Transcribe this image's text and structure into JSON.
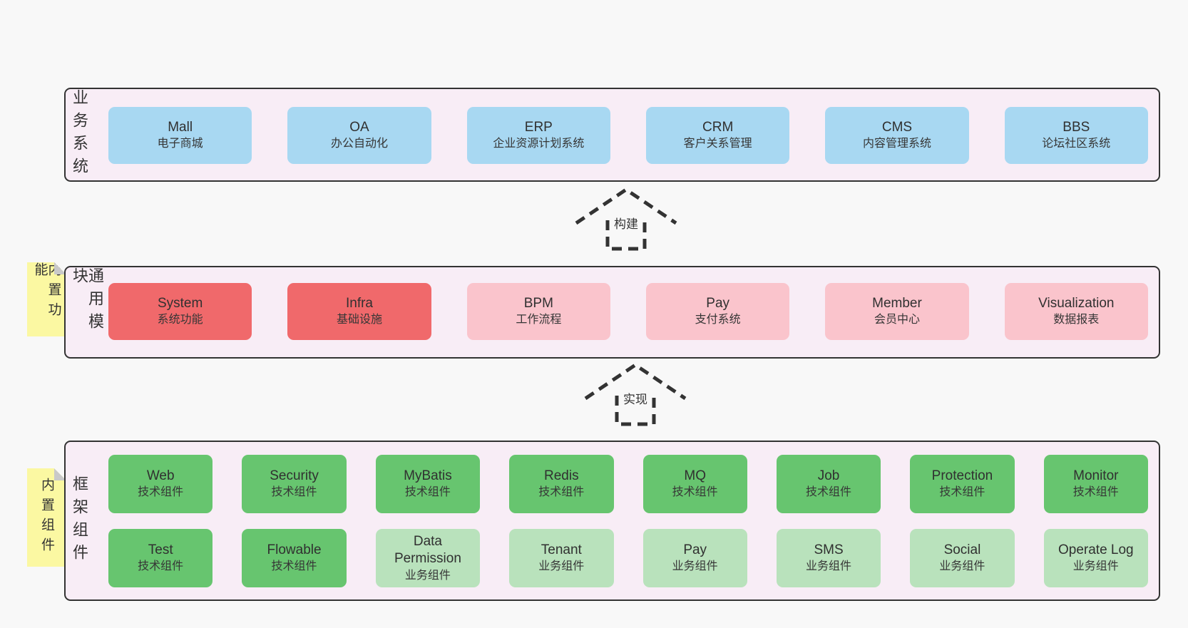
{
  "colors": {
    "page_bg": "#f8f8f8",
    "panel_bg": "#f8edf6",
    "panel_border": "#333333",
    "text": "#333333",
    "blue": "#a8d8f2",
    "red": "#f0696b",
    "pink": "#fac4cc",
    "green": "#67c56f",
    "green_light": "#b9e2bc",
    "note_yellow": "#fbf8a2",
    "note_fold": "#c9c9c9",
    "arrow": "#333333"
  },
  "notes": [
    {
      "text": "内置功能"
    },
    {
      "text": "内置组件"
    }
  ],
  "arrows": [
    {
      "label": "构建"
    },
    {
      "label": "实现"
    }
  ],
  "layers": [
    {
      "label": "业务系统",
      "rows": [
        [
          {
            "en": "Mall",
            "cn": "电子商城"
          },
          {
            "en": "OA",
            "cn": "办公自动化"
          },
          {
            "en": "ERP",
            "cn": "企业资源计划系统"
          },
          {
            "en": "CRM",
            "cn": "客户关系管理"
          },
          {
            "en": "CMS",
            "cn": "内容管理系统"
          },
          {
            "en": "BBS",
            "cn": "论坛社区系统"
          }
        ]
      ]
    },
    {
      "label": "通用模块",
      "rows": [
        [
          {
            "en": "System",
            "cn": "系统功能"
          },
          {
            "en": "Infra",
            "cn": "基础设施"
          },
          {
            "en": "BPM",
            "cn": "工作流程"
          },
          {
            "en": "Pay",
            "cn": "支付系统"
          },
          {
            "en": "Member",
            "cn": "会员中心"
          },
          {
            "en": "Visualization",
            "cn": "数据报表"
          }
        ]
      ]
    },
    {
      "label": "框架组件",
      "rows": [
        [
          {
            "en": "Web",
            "cn": "技术组件"
          },
          {
            "en": "Security",
            "cn": "技术组件"
          },
          {
            "en": "MyBatis",
            "cn": "技术组件"
          },
          {
            "en": "Redis",
            "cn": "技术组件"
          },
          {
            "en": "MQ",
            "cn": "技术组件"
          },
          {
            "en": "Job",
            "cn": "技术组件"
          },
          {
            "en": "Protection",
            "cn": "技术组件"
          },
          {
            "en": "Monitor",
            "cn": "技术组件"
          }
        ],
        [
          {
            "en": "Test",
            "cn": "技术组件"
          },
          {
            "en": "Flowable",
            "cn": "技术组件"
          },
          {
            "en": "Data Permission",
            "cn": "业务组件"
          },
          {
            "en": "Tenant",
            "cn": "业务组件"
          },
          {
            "en": "Pay",
            "cn": "业务组件"
          },
          {
            "en": "SMS",
            "cn": "业务组件"
          },
          {
            "en": "Social",
            "cn": "业务组件"
          },
          {
            "en": "Operate Log",
            "cn": "业务组件"
          }
        ]
      ]
    }
  ]
}
